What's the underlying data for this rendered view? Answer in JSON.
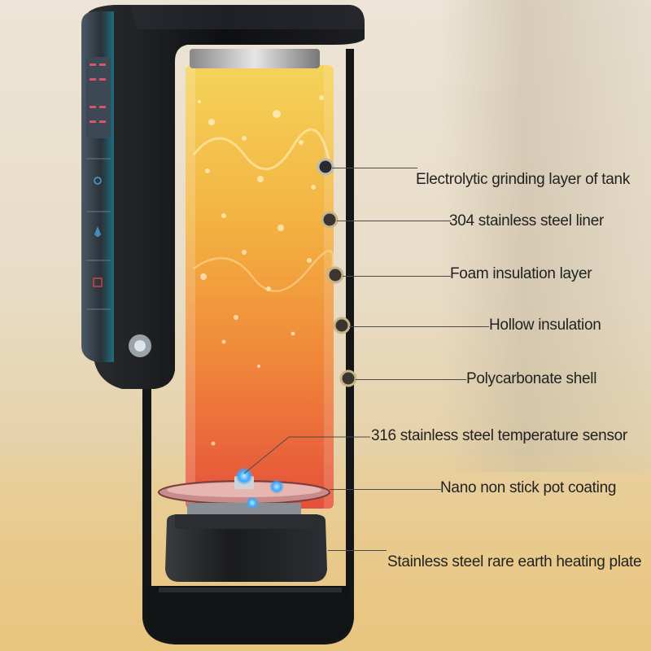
{
  "callouts": [
    {
      "id": "tank-layer",
      "label": "Electrolytic grinding layer of tank"
    },
    {
      "id": "liner",
      "label": "304 stainless steel liner"
    },
    {
      "id": "foam",
      "label": "Foam insulation layer"
    },
    {
      "id": "hollow",
      "label": "Hollow insulation"
    },
    {
      "id": "shell",
      "label": "Polycarbonate shell"
    },
    {
      "id": "sensor",
      "label": "316 stainless steel temperature sensor"
    },
    {
      "id": "coating",
      "label": "Nano non stick pot coating"
    },
    {
      "id": "heater",
      "label": "Stainless steel rare earth heating plate"
    }
  ],
  "colors": {
    "liquid_top": "#f1c64a",
    "liquid_mid": "#f29a3c",
    "liquid_bottom": "#e85a3a",
    "body_dark": "#111214",
    "panel_teal": "#2a7a8a",
    "sensor_blue": "#3aa6ff"
  }
}
